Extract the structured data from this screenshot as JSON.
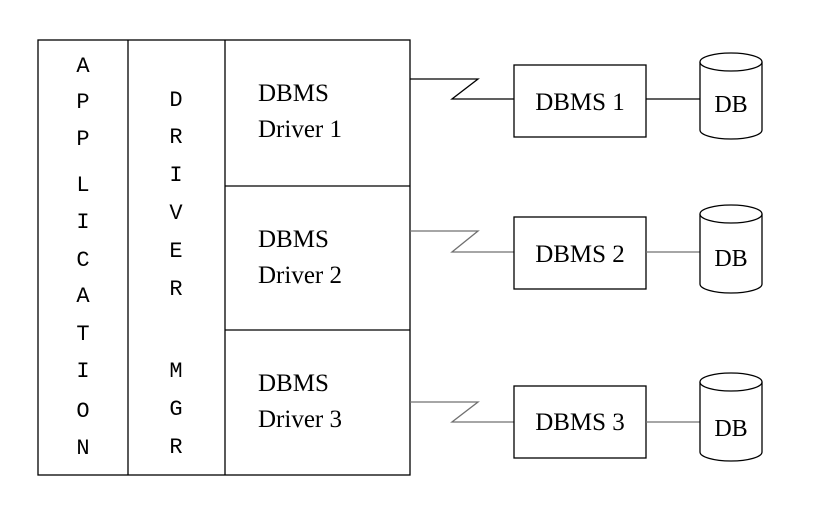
{
  "left_columns": {
    "application": [
      "A",
      "P",
      "P",
      "L",
      "I",
      "C",
      "A",
      "T",
      "I",
      "O",
      "N"
    ],
    "driver_mgr_top": [
      "D",
      "R",
      "I",
      "V",
      "E",
      "R"
    ],
    "driver_mgr_bottom": [
      "M",
      "G",
      "R"
    ]
  },
  "drivers": [
    {
      "line1": "DBMS",
      "line2": "Driver 1"
    },
    {
      "line1": "DBMS",
      "line2": "Driver 2"
    },
    {
      "line1": "DBMS",
      "line2": "Driver 3"
    }
  ],
  "dbms": [
    {
      "label": "DBMS 1",
      "db": "DB"
    },
    {
      "label": "DBMS 2",
      "db": "DB"
    },
    {
      "label": "DBMS 3",
      "db": "DB"
    }
  ],
  "colors": {
    "line": "#000000",
    "link_grey": "#707070"
  }
}
